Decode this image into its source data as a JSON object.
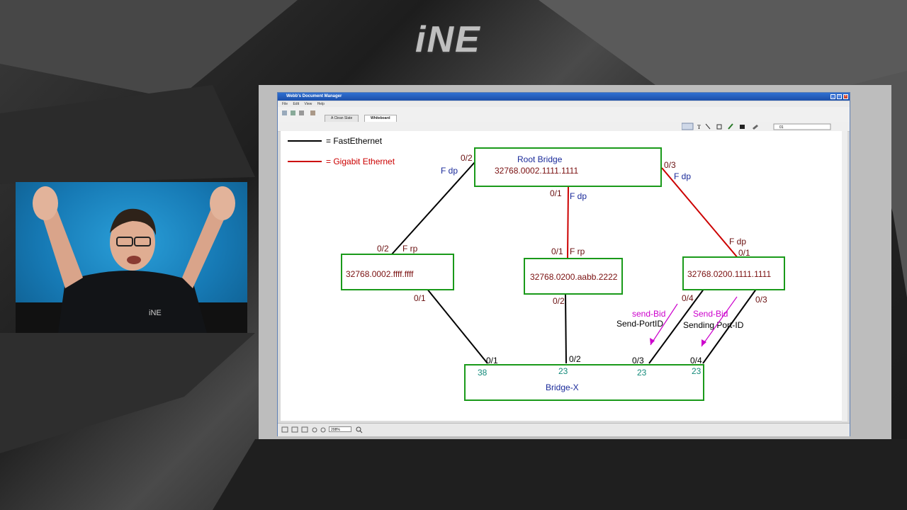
{
  "branding": {
    "logo_text": "iNE",
    "shirt_logo": "iNE"
  },
  "app": {
    "title": "Webb's Document Manager",
    "menu": [
      "File",
      "Edit",
      "View",
      "Help"
    ],
    "tabs": [
      {
        "label": "A Clean Slate",
        "active": false
      },
      {
        "label": "Whiteboard",
        "active": true
      }
    ],
    "zoom": "208%",
    "page_field": "01"
  },
  "legend": {
    "fast": {
      "label": "= FastEthernet",
      "color": "#000000"
    },
    "gig": {
      "label": "= Gigabit Ethernet",
      "color": "#cc0000"
    }
  },
  "diagram": {
    "root": {
      "title": "Root Bridge",
      "id": "32768.0002.1111.1111"
    },
    "left": {
      "id": "32768.0002.ffff.ffff"
    },
    "middle": {
      "id": "32768.0200.aabb.2222"
    },
    "right": {
      "id": "32768.0200.1111.1111"
    },
    "bottom": {
      "title": "Bridge-X"
    },
    "ports": {
      "root_left": "0/2",
      "root_left_role": "F dp",
      "root_mid": "0/1",
      "root_mid_role": "F dp",
      "root_right": "0/3",
      "root_right_role": "F dp",
      "left_top": "0/2",
      "left_top_role": "F rp",
      "left_bottom": "0/1",
      "mid_top": "0/1",
      "mid_top_role": "F rp",
      "mid_bottom": "0/2",
      "right_top": "0/1",
      "right_top_role": "F dp",
      "right_bl": "0/4",
      "right_br": "0/3",
      "x_p1": "0/1",
      "x_p2": "0/2",
      "x_p3": "0/3",
      "x_p4": "0/4",
      "cost_p1": "38",
      "cost_p2": "23",
      "cost_p3": "23",
      "cost_p4": "23"
    },
    "annotations": {
      "a1_title": "send-Bid",
      "a1_sub": "Send-PortID",
      "a2_title": "Send-Bid",
      "a2_sub": "Sending Port-ID"
    },
    "colors": {
      "box": "#1a9a1a",
      "id_text": "#7a1010",
      "root_title": "#1a2a9a",
      "role_text": "#1a2a9a",
      "port_text": "#6a1010",
      "cost_text": "#138a7a",
      "annotation": "#cc00cc"
    }
  }
}
